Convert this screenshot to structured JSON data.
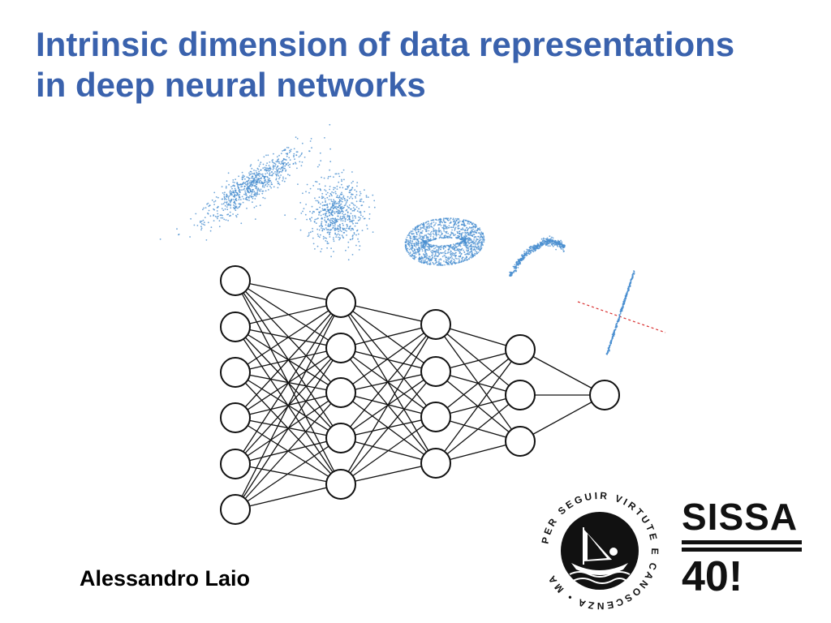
{
  "slide": {
    "title_line1": "Intrinsic dimension of data representations",
    "title_line2": "in deep neural networks",
    "author": "Alessandro Laio"
  },
  "logo": {
    "seal_text": "PER SEGUIR VIRTUTE E CANOSCENZA",
    "seal_prefix": "MA",
    "name": "SISSA",
    "anniversary": "40!"
  },
  "colors": {
    "title": "#3a62ad",
    "scatter": "#4a8fd0",
    "dashed_line": "#d93030"
  },
  "network": {
    "layers": [
      6,
      5,
      4,
      3,
      1
    ]
  }
}
